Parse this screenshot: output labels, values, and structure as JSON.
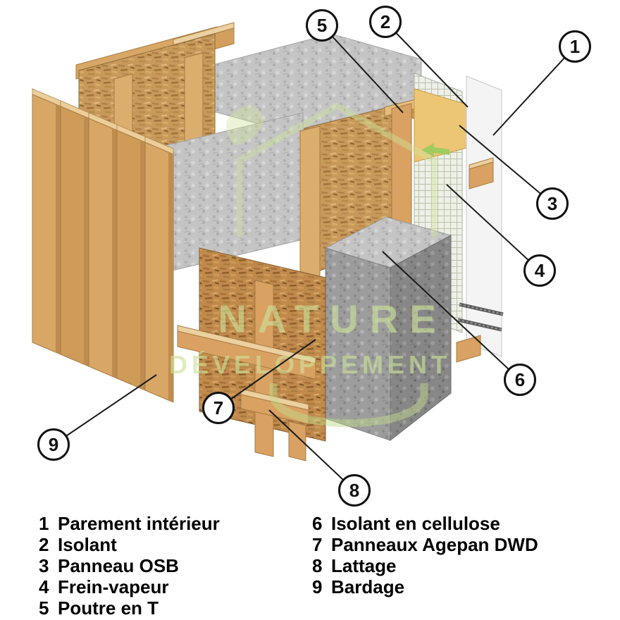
{
  "watermark": {
    "line1": "NATURE",
    "line2": "DÉVELOPPEMENT"
  },
  "callouts": [
    {
      "num": "1",
      "label": "Parement intérieur"
    },
    {
      "num": "2",
      "label": "Isolant"
    },
    {
      "num": "3",
      "label": "Panneau OSB"
    },
    {
      "num": "4",
      "label": "Frein-vapeur"
    },
    {
      "num": "5",
      "label": "Poutre en T"
    },
    {
      "num": "6",
      "label": "Isolant en cellulose"
    },
    {
      "num": "7",
      "label": "Panneaux Agepan DWD"
    },
    {
      "num": "8",
      "label": "Lattage"
    },
    {
      "num": "9",
      "label": "Bardage"
    }
  ],
  "colors": {
    "wood": "#d9a262",
    "wood_light": "#ecd0a0",
    "osb": "#c79a5c",
    "osb_dark": "#bf8a4c",
    "insulation_grey": "#c4c4c4",
    "cellulose_grey": "#8f8f8f",
    "mesh_panel": "#eef0e7",
    "interior_panel": "#f4f4f4",
    "insulant_yellow": "#ecc675",
    "watermark_green": "#cde39a",
    "callout_stroke": "#111111",
    "background": "#ffffff"
  }
}
